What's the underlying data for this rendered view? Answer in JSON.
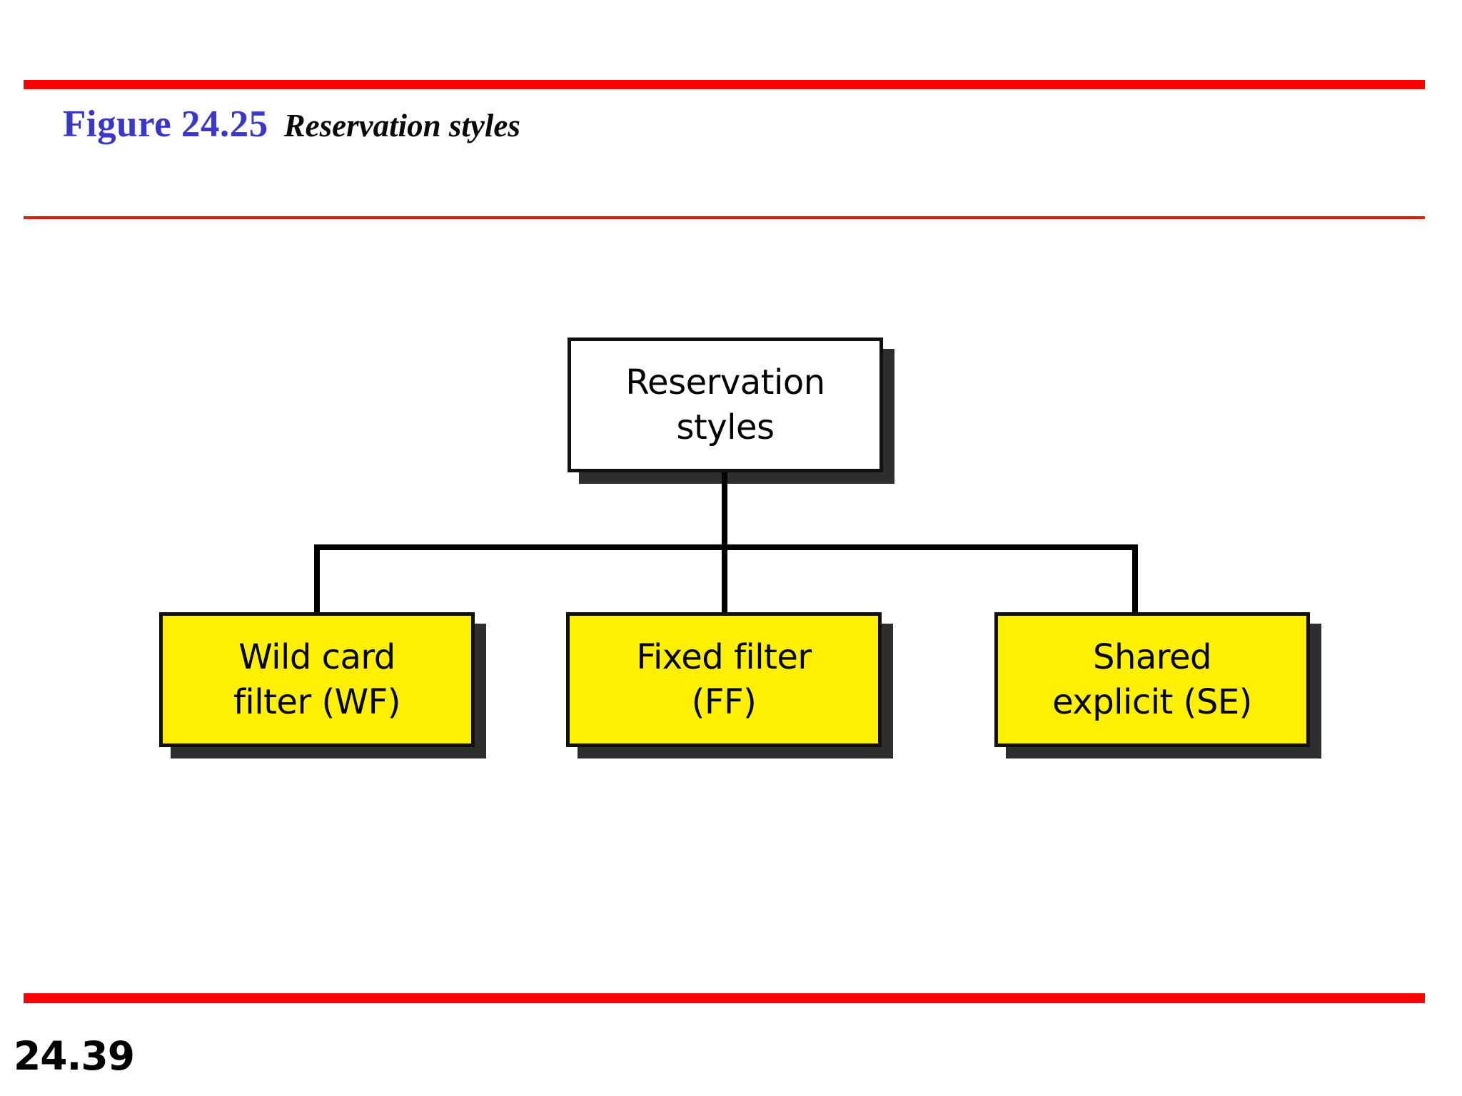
{
  "slide": {
    "page_number": "24.39",
    "accent_rule_color": "#FE0000",
    "thin_rule_color": "#E71B0E"
  },
  "heading": {
    "figure_label": "Figure 24.25",
    "figure_label_color": "#3B37C8",
    "caption": "Reservation styles",
    "caption_color": "#0A0A0A"
  },
  "chart_data": {
    "type": "diagram",
    "title": "Reservation styles",
    "layout": "tree",
    "root": {
      "id": "reservation-styles",
      "label_line1": "Reservation",
      "label_line2": "styles",
      "fill": "#FFFFFF",
      "border": "#111111",
      "shadow": "#2E2E2E"
    },
    "children": [
      {
        "id": "wild-card-filter",
        "label_line1": "Wild card",
        "label_line2": "filter (WF)",
        "abbreviation": "WF",
        "fill": "#FFEF00",
        "border": "#111111",
        "shadow": "#2E2E2E"
      },
      {
        "id": "fixed-filter",
        "label_line1": "Fixed filter",
        "label_line2": "(FF)",
        "abbreviation": "FF",
        "fill": "#FFEF00",
        "border": "#111111",
        "shadow": "#2E2E2E"
      },
      {
        "id": "shared-explicit",
        "label_line1": "Shared",
        "label_line2": "explicit (SE)",
        "abbreviation": "SE",
        "fill": "#FFEF00",
        "border": "#111111",
        "shadow": "#2E2E2E"
      }
    ],
    "edges": [
      {
        "from": "reservation-styles",
        "to": "wild-card-filter"
      },
      {
        "from": "reservation-styles",
        "to": "fixed-filter"
      },
      {
        "from": "reservation-styles",
        "to": "shared-explicit"
      }
    ]
  }
}
